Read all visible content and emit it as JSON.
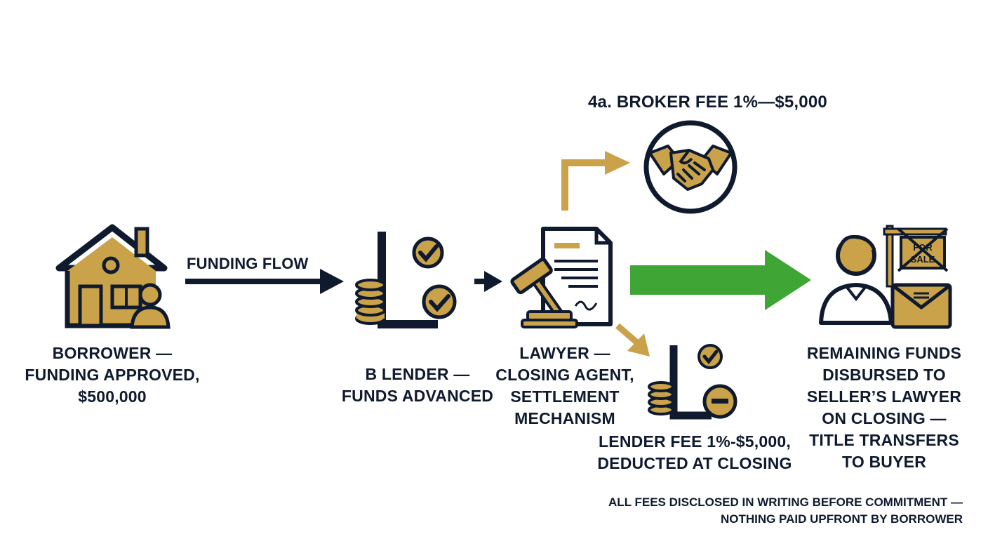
{
  "diagram": {
    "flow_label": "FUNDING FLOW",
    "broker_fee_label": "4a. BROKER FEE 1%—$5,000",
    "nodes": {
      "borrower": {
        "lines": [
          "BORROWER —",
          "FUNDING APPROVED,",
          "$500,000"
        ]
      },
      "lender": {
        "lines": [
          "B LENDER —",
          "FUNDS ADVANCED"
        ]
      },
      "lawyer": {
        "lines": [
          "LAWYER —",
          "CLOSING AGENT,",
          "SETTLEMENT",
          "MECHANISM"
        ]
      },
      "lender_fee": {
        "lines": [
          "LENDER FEE 1%-$5,000,",
          "DEDUCTED AT CLOSING"
        ]
      },
      "seller": {
        "lines": [
          "REMAINING FUNDS",
          "DISBURSED TO",
          "SELLER’S LAWYER",
          "ON CLOSING —",
          "TITLE TRANSFERS",
          "TO BUYER"
        ]
      }
    },
    "sign_text": [
      "FOR",
      "SALE"
    ],
    "footer": [
      "ALL FEES DISCLOSED IN WRITING BEFORE COMMITMENT —",
      "NOTHING PAID UPFRONT BY BORROWER"
    ]
  },
  "colors": {
    "navy": "#0f1a2e",
    "gold": "#c9a24a",
    "green": "#3fa535",
    "white": "#ffffff"
  },
  "icons": [
    "house-icon",
    "person-icon",
    "lender-coins-icon",
    "check-badge-icon",
    "document-icon",
    "gavel-icon",
    "handshake-icon",
    "coins-minus-icon",
    "buyer-person-icon",
    "for-sale-sign-icon",
    "envelope-icon"
  ]
}
